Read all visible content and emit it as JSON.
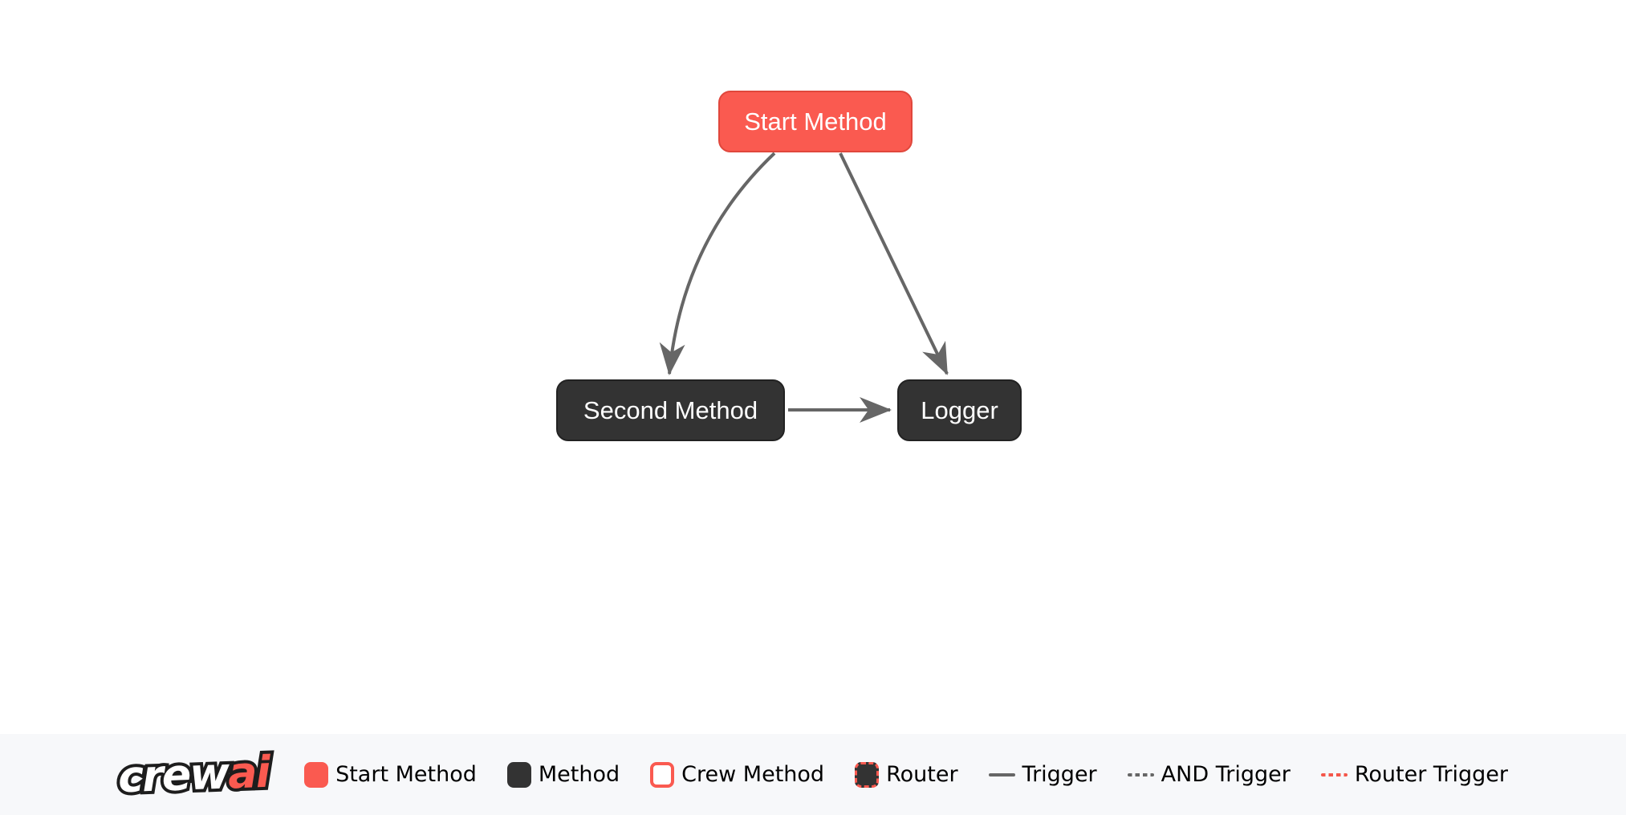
{
  "canvas": {
    "nodes": [
      {
        "id": "start",
        "label": "Start Method",
        "kind": "start-method"
      },
      {
        "id": "second",
        "label": "Second Method",
        "kind": "method"
      },
      {
        "id": "logger",
        "label": "Logger",
        "kind": "method"
      }
    ],
    "edges": [
      {
        "from": "start",
        "to": "second",
        "type": "trigger"
      },
      {
        "from": "start",
        "to": "logger",
        "type": "trigger"
      },
      {
        "from": "second",
        "to": "logger",
        "type": "trigger"
      }
    ]
  },
  "legend": {
    "logo": {
      "part1": "crew",
      "part2": "ai"
    },
    "items": [
      {
        "icon": "start-method-box",
        "label": "Start Method"
      },
      {
        "icon": "method-box",
        "label": "Method"
      },
      {
        "icon": "crew-method-box",
        "label": "Crew Method"
      },
      {
        "icon": "router-box",
        "label": "Router"
      },
      {
        "icon": "trigger-line",
        "label": "Trigger"
      },
      {
        "icon": "and-trigger-line",
        "label": "AND Trigger"
      },
      {
        "icon": "router-trigger-line",
        "label": "Router Trigger"
      }
    ]
  },
  "colors": {
    "start_node_fill": "#fa5a50",
    "start_node_border": "#e0473c",
    "method_node_fill": "#333333",
    "edge": "#666666",
    "router_trigger": "#f4564a",
    "legend_background": "#f7f8fa",
    "canvas_background": "#ffffff",
    "node_text": "#ffffff"
  }
}
